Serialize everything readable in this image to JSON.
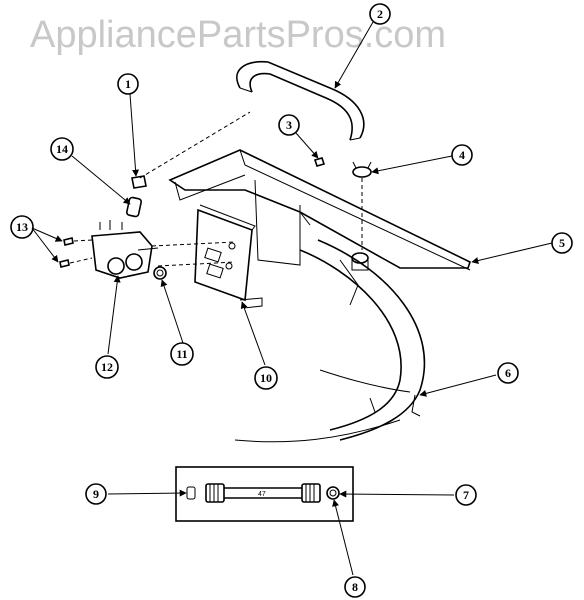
{
  "watermark": "AppliancePartsPros.com",
  "callouts": [
    {
      "id": "callout-1",
      "label": "1"
    },
    {
      "id": "callout-2",
      "label": "2"
    },
    {
      "id": "callout-3",
      "label": "3"
    },
    {
      "id": "callout-4",
      "label": "4"
    },
    {
      "id": "callout-5",
      "label": "5"
    },
    {
      "id": "callout-6",
      "label": "6"
    },
    {
      "id": "callout-7",
      "label": "7"
    },
    {
      "id": "callout-8",
      "label": "8"
    },
    {
      "id": "callout-9",
      "label": "9"
    },
    {
      "id": "callout-10",
      "label": "10"
    },
    {
      "id": "callout-11",
      "label": "11"
    },
    {
      "id": "callout-12",
      "label": "12"
    },
    {
      "id": "callout-13",
      "label": "13"
    },
    {
      "id": "callout-14",
      "label": "14"
    }
  ]
}
